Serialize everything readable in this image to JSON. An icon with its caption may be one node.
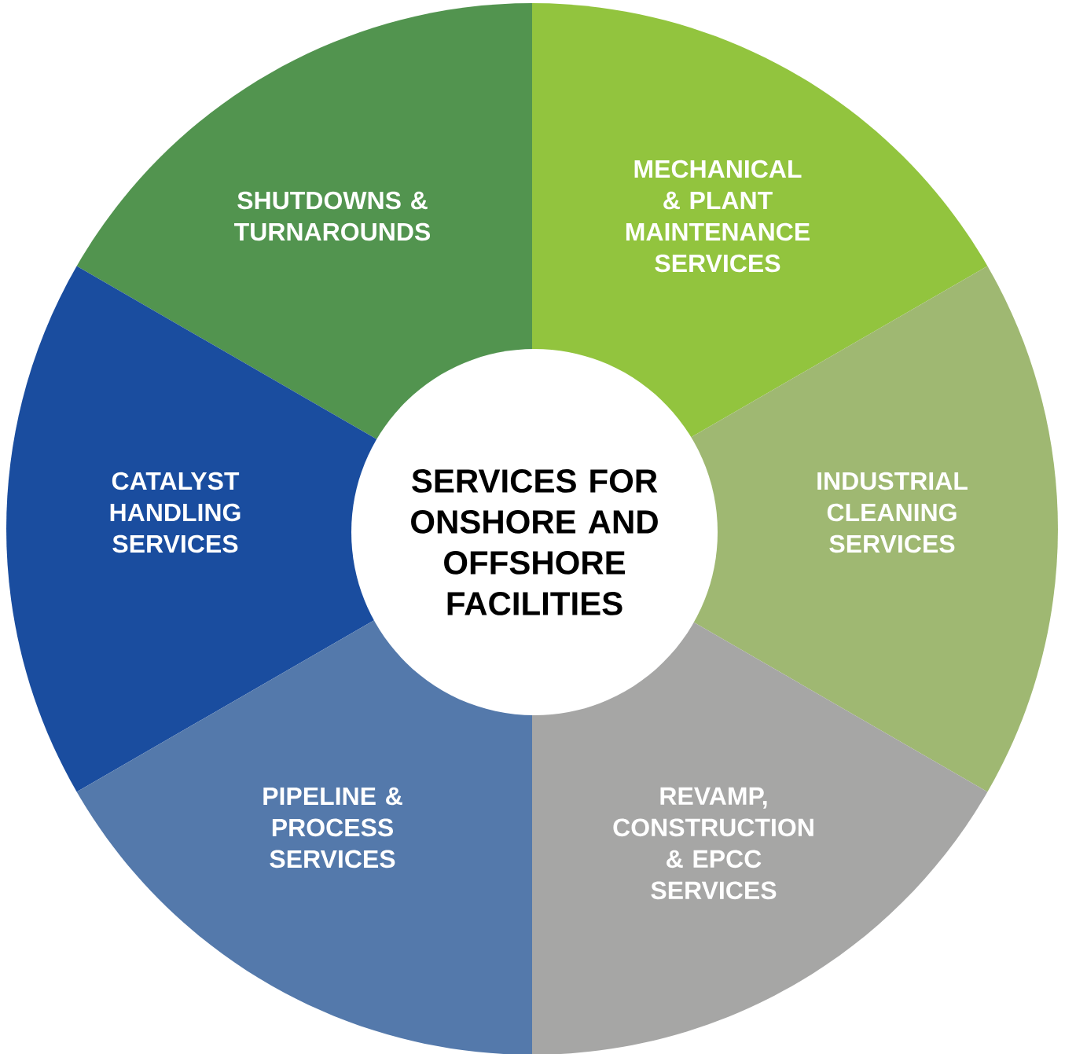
{
  "diagram": {
    "nodes": [
      {
        "text": [
          "SERVICES FOR ONSHORE AND OFFSHORE FACILITIES"
        ]
      },
      {
        "text": [
          "SHUTDOWNS & TURNAROUNDS"
        ]
      },
      {
        "text": [
          "MECHANICAL & PLANT MAINTENANCE SERVICES"
        ]
      },
      {
        "text": [
          "CATALYST HANDLING SERVICES"
        ]
      },
      {
        "text": [
          "INDUSTRIAL CLEANING SERVICES"
        ]
      },
      {
        "text": [
          "PIPELINE & PROCESS SERVICES"
        ]
      },
      {
        "text": [
          "REVAMP, CONSTRUCTION & EPCC SERVICES"
        ]
      }
    ]
  }
}
